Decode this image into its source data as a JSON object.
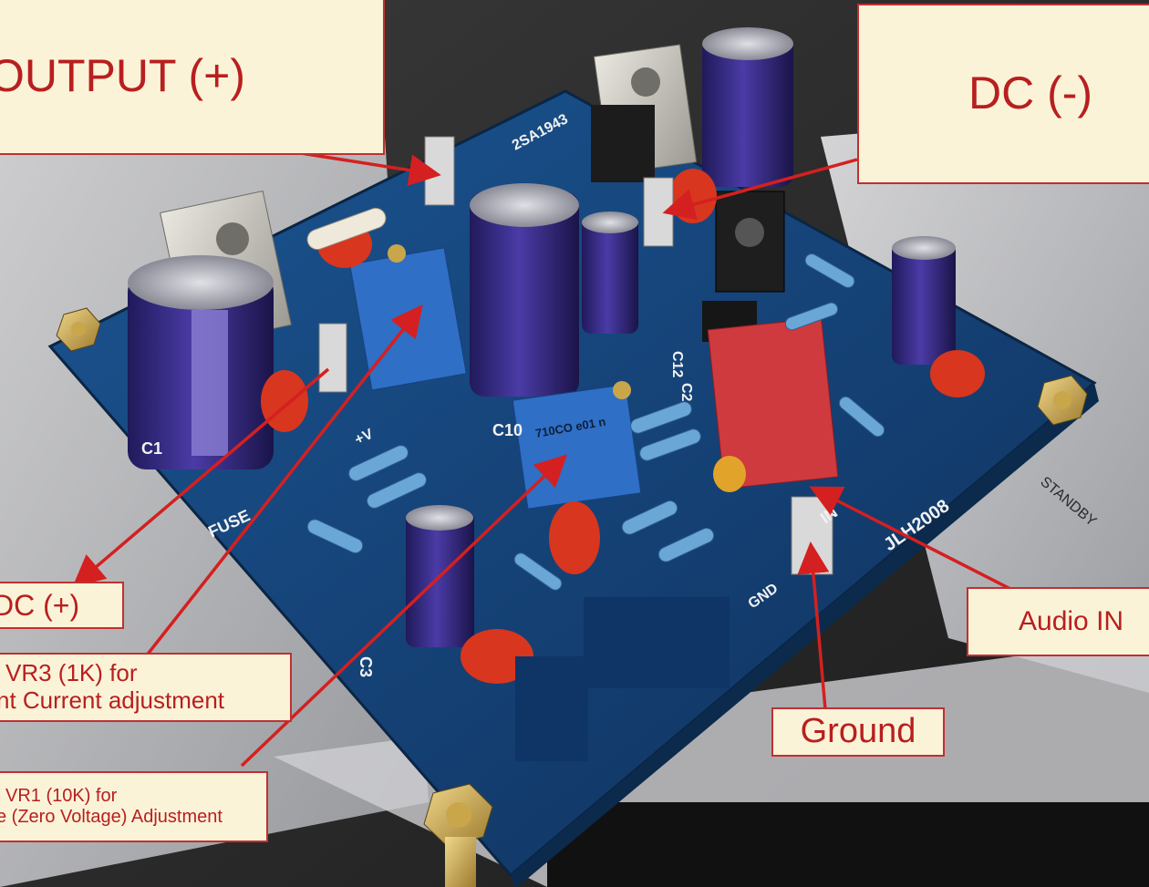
{
  "callouts": {
    "output_pos": "OUTPUT (+)",
    "dc_neg": "DC (-)",
    "dc_pos": "DC (+)",
    "vr3_line1": "VR3 (1K)  for",
    "vr3_line2": "nt Current adjustment",
    "vr1_line1": "VR1 (10K) for",
    "vr1_line2": "e (Zero Voltage) Adjustment",
    "audio_in": "Audio IN",
    "ground": "Ground"
  },
  "board_markings": {
    "top_transistor": "2SA1943",
    "pad_fuse": "FUSE",
    "pad_plus_v": "+V",
    "pad_gnd": "GND",
    "pad_in": "IN",
    "board_id": "JLH2008",
    "c1": "C1",
    "c10": "C10",
    "c12": "C12",
    "c2": "C2",
    "c3": "C3",
    "trimmer_marking": "710CO e01 n",
    "panel_text": "STANDBY"
  },
  "colors": {
    "board": "#16467c",
    "callout_bg": "#fbf3d8",
    "callout_text": "#b81f1f",
    "arrow": "#d42020",
    "capacitor": "#3a2c8a",
    "trimmer": "#2f6fc6",
    "film_cap": "#d8361e",
    "box_cap": "#cf3a3e"
  }
}
